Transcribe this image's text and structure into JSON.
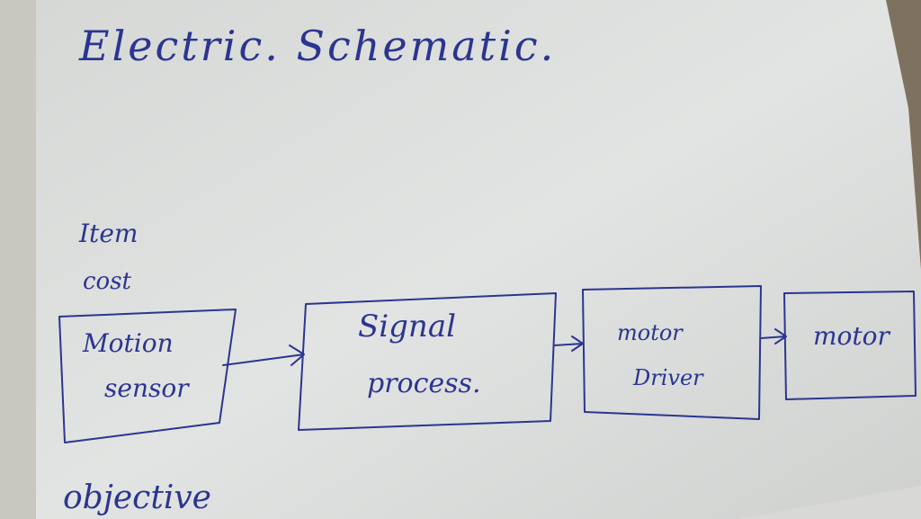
{
  "diagram": {
    "title": "Electric. Schematic.",
    "side_label_1": "Item",
    "side_label_2": "cost",
    "footer_text": "objective",
    "blocks": [
      {
        "id": "motion-sensor",
        "line1": "Motion",
        "line2": "sensor"
      },
      {
        "id": "signal-process",
        "line1": "Signal",
        "line2": "process."
      },
      {
        "id": "motor-driver",
        "line1": "motor",
        "line2": "Driver"
      },
      {
        "id": "motor",
        "line1": "motor",
        "line2": ""
      }
    ],
    "connections": [
      {
        "from": "motion-sensor",
        "to": "signal-process"
      },
      {
        "from": "signal-process",
        "to": "motor-driver"
      },
      {
        "from": "motor-driver",
        "to": "motor"
      }
    ],
    "ink_color": "#2b3590",
    "paper_color": "#dcdfe0"
  }
}
